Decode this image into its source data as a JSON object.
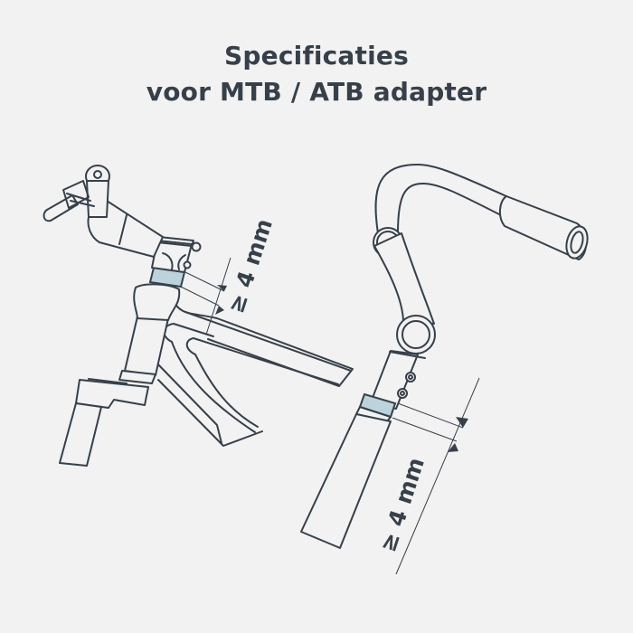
{
  "title": {
    "line1": "Specificaties",
    "line2": "voor MTB / ATB adapter"
  },
  "diagrams": {
    "left": {
      "description": "Bicycle frame head tube with stem and spacer",
      "dimension_label": "≥ 4 mm"
    },
    "right": {
      "description": "Adjustable stem adapter with handlebar and spacer",
      "dimension_label": "≥ 4 mm"
    }
  },
  "colors": {
    "background": "#f2f2f2",
    "line": "#37404a",
    "spacer_highlight": "#bcd3dc"
  }
}
